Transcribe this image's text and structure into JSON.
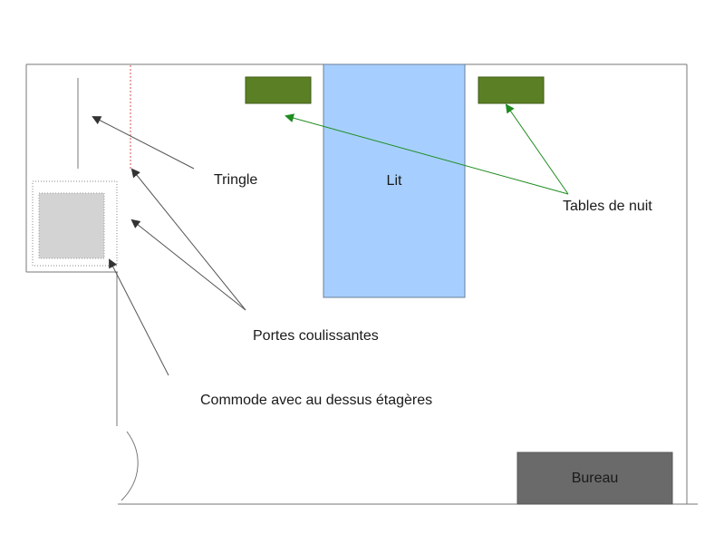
{
  "labels": {
    "tringle": "Tringle",
    "lit": "Lit",
    "tables_de_nuit": "Tables de nuit",
    "portes_coulissantes": "Portes coulissantes",
    "commode": "Commode avec au dessus étagères",
    "bureau": "Bureau"
  },
  "colors": {
    "wall": "#777777",
    "bed": "#a6cfff",
    "bed_border": "#6a7f99",
    "night_table": "#5b7f24",
    "commode": "#d3d3d3",
    "desk": "#6a6a6a",
    "door_dotted": "#d9534f",
    "arrow_black": "#555555",
    "arrow_green": "#1e8c1e"
  }
}
